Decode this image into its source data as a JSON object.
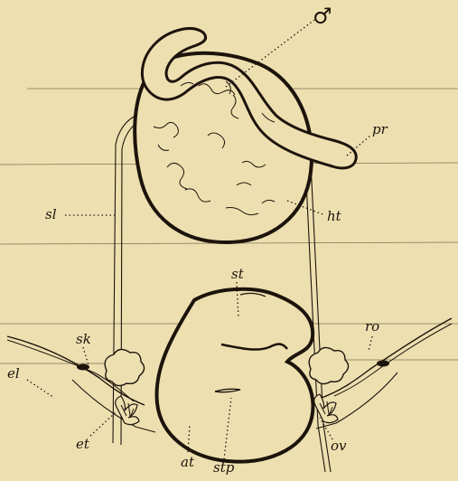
{
  "figure": {
    "labels": {
      "male": "♂",
      "pr": "pr",
      "sl": "sl",
      "ht": "ht",
      "st": "st",
      "sk": "sk",
      "ro": "ro",
      "el": "el",
      "et": "et",
      "ov": "ov",
      "at": "at",
      "stp": "stp"
    },
    "colors": {
      "paper": "#eedfb0",
      "ink": "#1c140c",
      "page_lines": "#5a4c36"
    }
  }
}
